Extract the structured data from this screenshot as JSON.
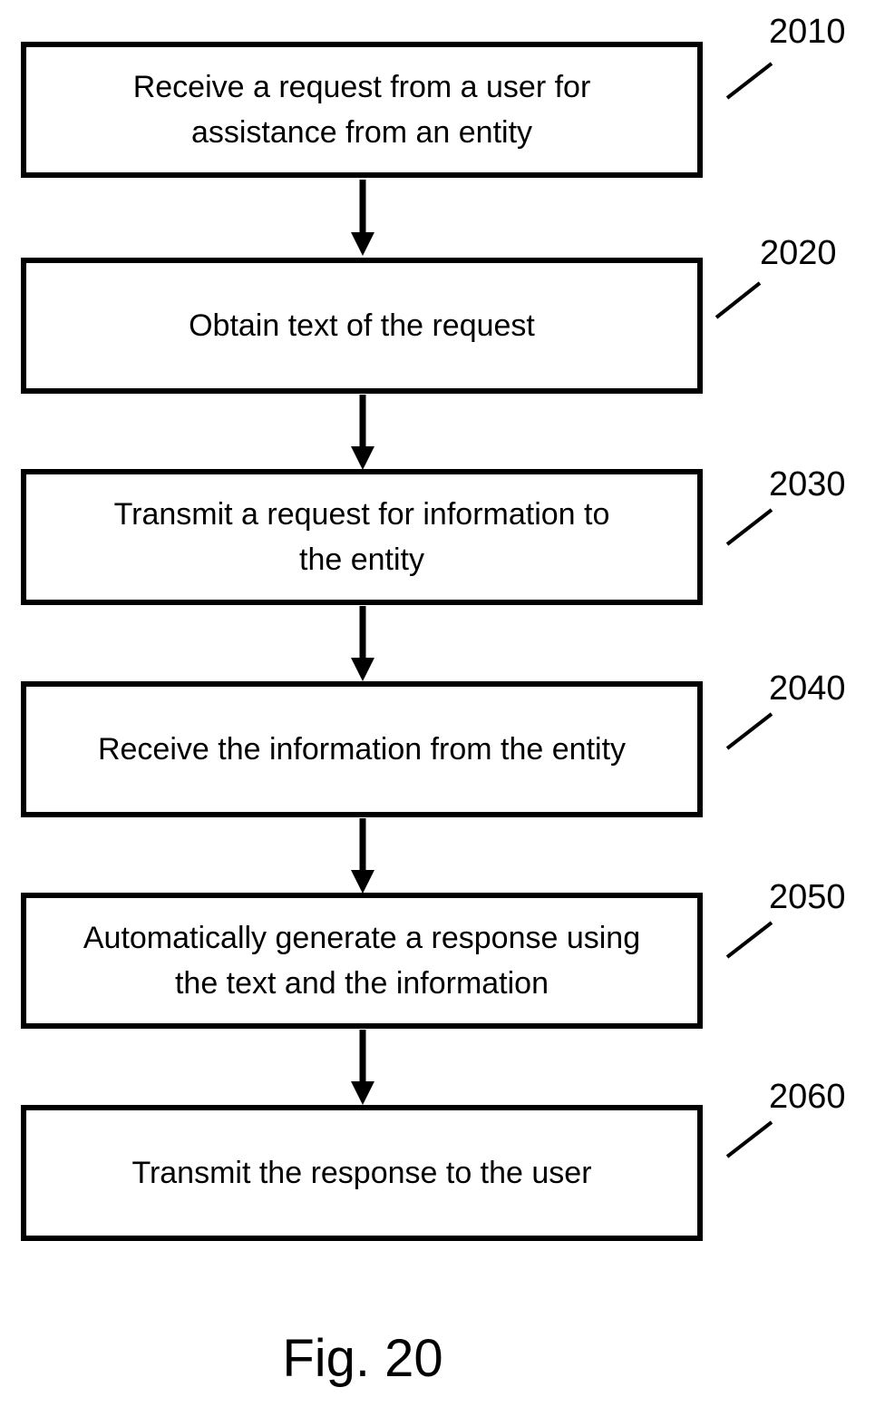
{
  "steps": [
    {
      "ref": "2010",
      "text": "Receive a request from a user for\nassistance from an entity"
    },
    {
      "ref": "2020",
      "text": "Obtain text of the request"
    },
    {
      "ref": "2030",
      "text": "Transmit a request for information to\nthe entity"
    },
    {
      "ref": "2040",
      "text": "Receive the information from the entity"
    },
    {
      "ref": "2050",
      "text": "Automatically generate a response using\nthe text and the information"
    },
    {
      "ref": "2060",
      "text": "Transmit the response to the user"
    }
  ],
  "caption": "Fig. 20"
}
